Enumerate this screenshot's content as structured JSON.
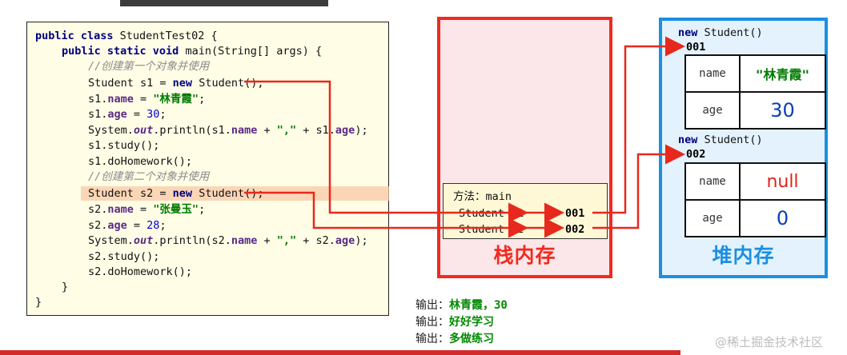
{
  "code": {
    "line1": [
      "public class",
      " StudentTest02 {"
    ],
    "line2": [
      "public static void",
      " main(String[] args) {"
    ],
    "comment1": "//创建第一个对象并使用",
    "line4": [
      "Student s1 = ",
      "new",
      " Student();"
    ],
    "line5": [
      "s1.",
      "name",
      " = ",
      "\"林青霞\"",
      ";"
    ],
    "line6": [
      "s1.",
      "age",
      " = ",
      "30",
      ";"
    ],
    "line7": [
      "System.",
      "out",
      ".println(s1.",
      "name",
      " + ",
      "\",\"",
      " + s1.",
      "age",
      ");"
    ],
    "line8": "s1.study();",
    "line9": "s1.doHomework();",
    "comment2": "//创建第二个对象并使用",
    "line11": [
      "Student s2 = ",
      "new",
      " Student();"
    ],
    "line12": [
      "s2.",
      "name",
      " = ",
      "\"张曼玉\"",
      ";"
    ],
    "line13": [
      "s2.",
      "age",
      " = ",
      "28",
      ";"
    ],
    "line14": [
      "System.",
      "out",
      ".println(s2.",
      "name",
      " + ",
      "\",\"",
      " + s2.",
      "age",
      ");"
    ],
    "line15": "s2.study();",
    "line16": "s2.doHomework();",
    "close1": "}",
    "close2": "}"
  },
  "stack": {
    "title": "栈内存",
    "frame_label": "方法：main",
    "var1": "Student s1",
    "var1_value": "001",
    "var2": "Student s2",
    "var2_value": "002"
  },
  "heap": {
    "title": "堆内存",
    "objects": [
      {
        "new_label": [
          "new",
          " Student()"
        ],
        "address": "001",
        "name_label": "name",
        "name_value": "\"林青霞\"",
        "age_label": "age",
        "age_value": "30"
      },
      {
        "new_label": [
          "new",
          " Student()"
        ],
        "address": "002",
        "name_label": "name",
        "name_value": "null",
        "age_label": "age",
        "age_value": "0"
      }
    ]
  },
  "output": [
    {
      "label": "输出：",
      "value": "林青霞，30"
    },
    {
      "label": "输出：",
      "value": "好好学习"
    },
    {
      "label": "输出：",
      "value": "多做练习"
    }
  ],
  "watermark": "@稀土掘金技术社区",
  "colors": {
    "stack_border": "#ef2b1f",
    "heap_border": "#1b8fe0",
    "arrow": "#e8281c",
    "string": "#007a00"
  }
}
